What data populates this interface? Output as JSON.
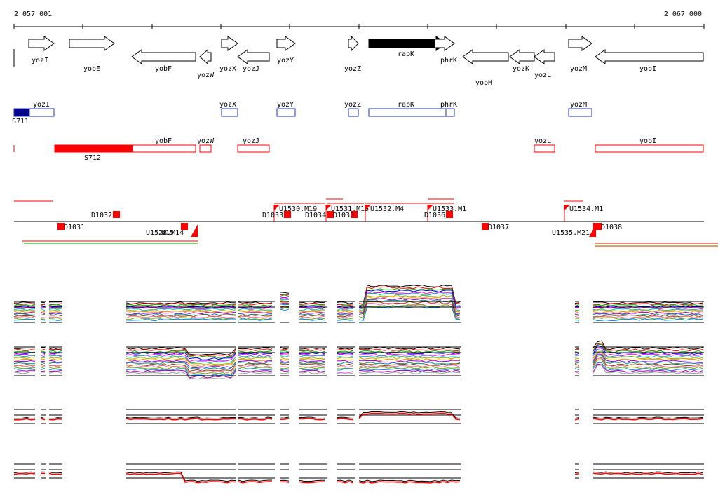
{
  "ruler": {
    "start_label": "2 057 001",
    "end_label": "2 067 000"
  },
  "colors": {
    "gene_stroke": "#000000",
    "gene_highlight_fill": "#000000",
    "forward_track": "#2233bb",
    "forward_track_fill": "#00008b",
    "reverse_track": "#ff0000",
    "marker": "#ff0000",
    "background": "#ffffff",
    "expression_palette": [
      "#000000",
      "#ff0000",
      "#00aa00",
      "#0000ff",
      "#ff00ff",
      "#00bbbb",
      "#aaaa00",
      "#ff8800",
      "#8800ff",
      "#008888",
      "#884400",
      "#ff66aa",
      "#66aa00",
      "#0088ff",
      "#aa00aa",
      "#999999"
    ]
  },
  "genes": [
    {
      "name": "yozI"
    },
    {
      "name": "yobE"
    },
    {
      "name": "yobF"
    },
    {
      "name": "yozW"
    },
    {
      "name": "yozX"
    },
    {
      "name": "yozJ"
    },
    {
      "name": "yozY"
    },
    {
      "name": "yozZ"
    },
    {
      "name": "rapK",
      "highlight": true
    },
    {
      "name": "phrK"
    },
    {
      "name": "yobH"
    },
    {
      "name": "yozK"
    },
    {
      "name": "yozL"
    },
    {
      "name": "yozM"
    },
    {
      "name": "yobI"
    }
  ],
  "forward_track": {
    "labels": [
      "yozI",
      "yozX",
      "yozY",
      "yozZ",
      "rapK",
      "phrK",
      "yozM"
    ],
    "segment": "S711"
  },
  "reverse_track": {
    "labels": [
      "yobF",
      "yozW",
      "yozJ",
      "yozL",
      "yobI"
    ],
    "segment": "S712"
  },
  "markers": {
    "upper": [
      "U1530.M19",
      "U1531.M15",
      "U1532.M4",
      "U1533.M1",
      "U1534.M1"
    ],
    "mid": [
      "D1032",
      "D1033",
      "D1034",
      "D1035",
      "D1036"
    ],
    "lower": [
      "D1031",
      "U1528.M14",
      "D1037",
      "U1535.M21",
      "D1038"
    ],
    "overlap_text": "U15"
  },
  "expression_panels": [
    "panel-1",
    "panel-2",
    "panel-3",
    "panel-4"
  ]
}
